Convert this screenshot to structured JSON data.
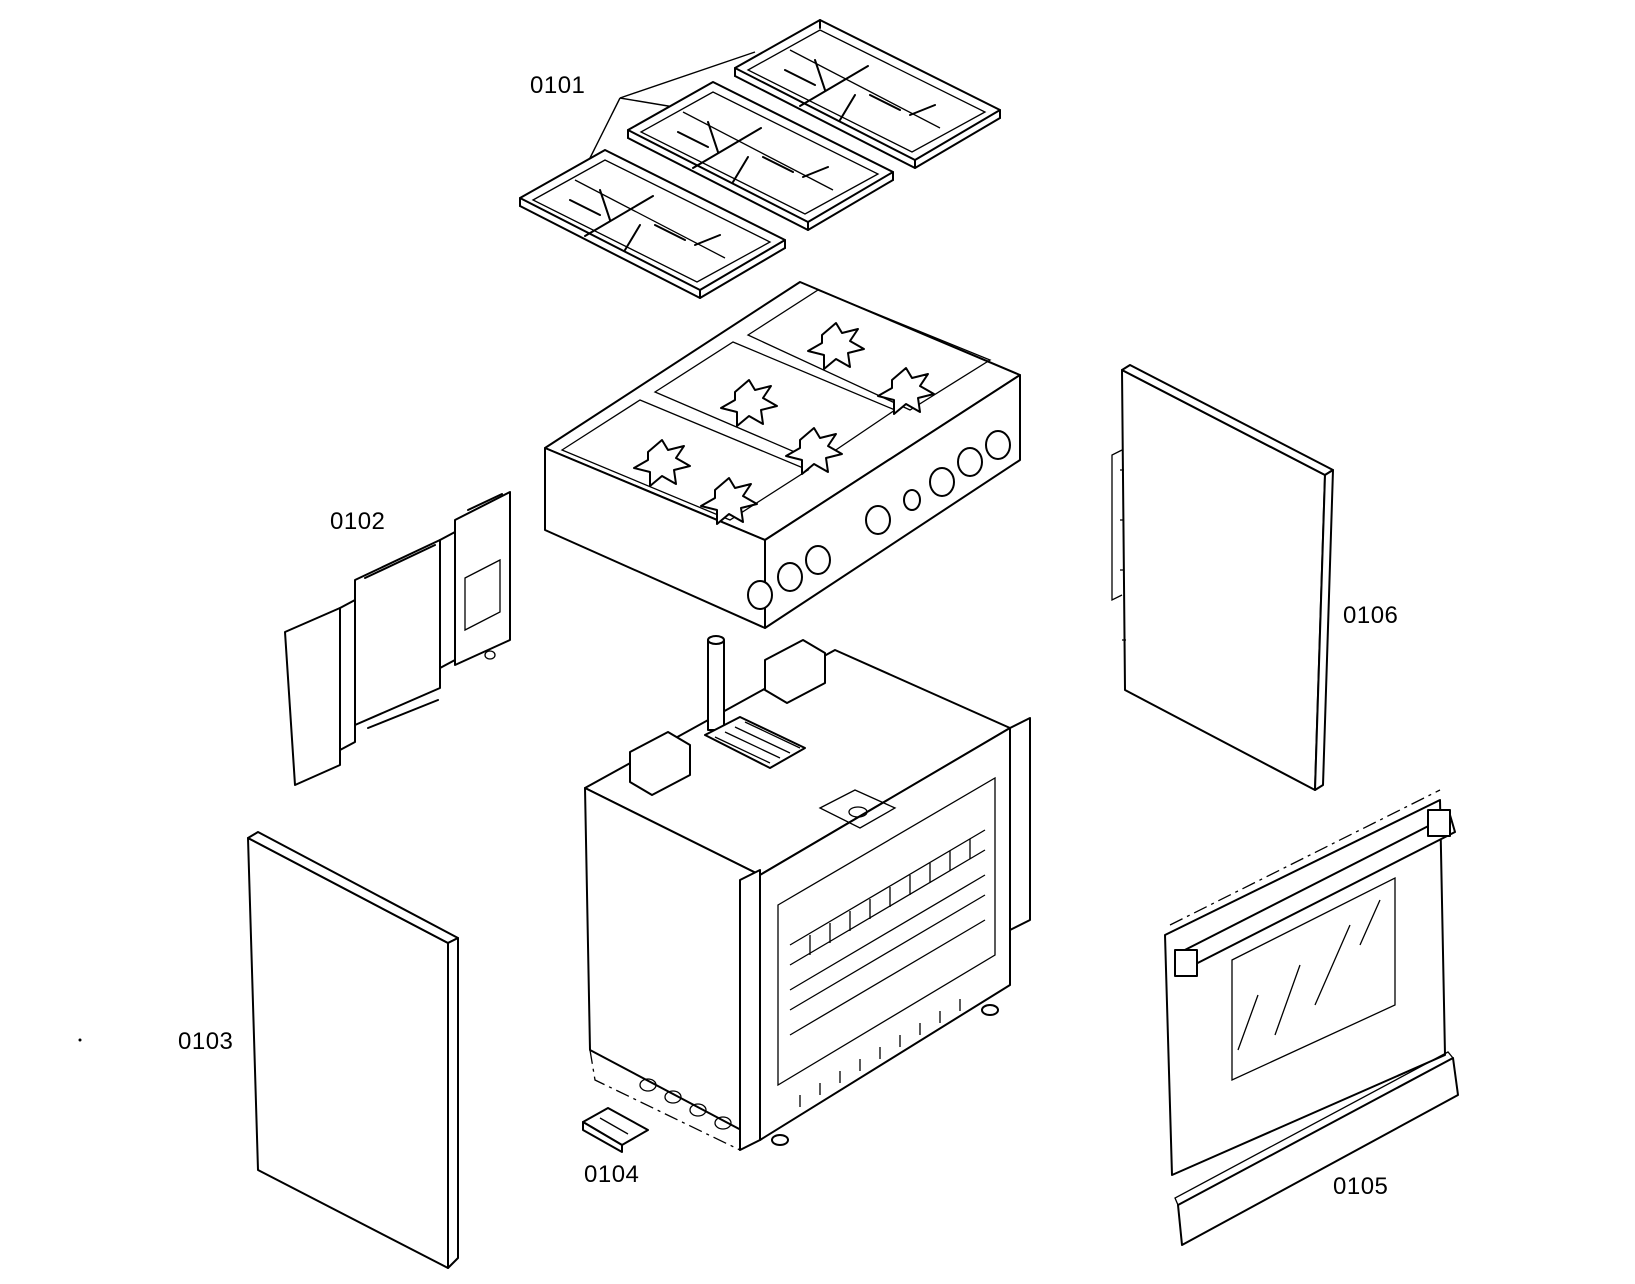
{
  "labels": {
    "grates": "0101",
    "side_bracket": "0102",
    "left_side_panel": "0103",
    "small_bracket": "0104",
    "oven_door": "0105",
    "right_side_panel": "0106"
  },
  "icons": [
    "grate-icon",
    "burner-icon",
    "knob-icon"
  ]
}
